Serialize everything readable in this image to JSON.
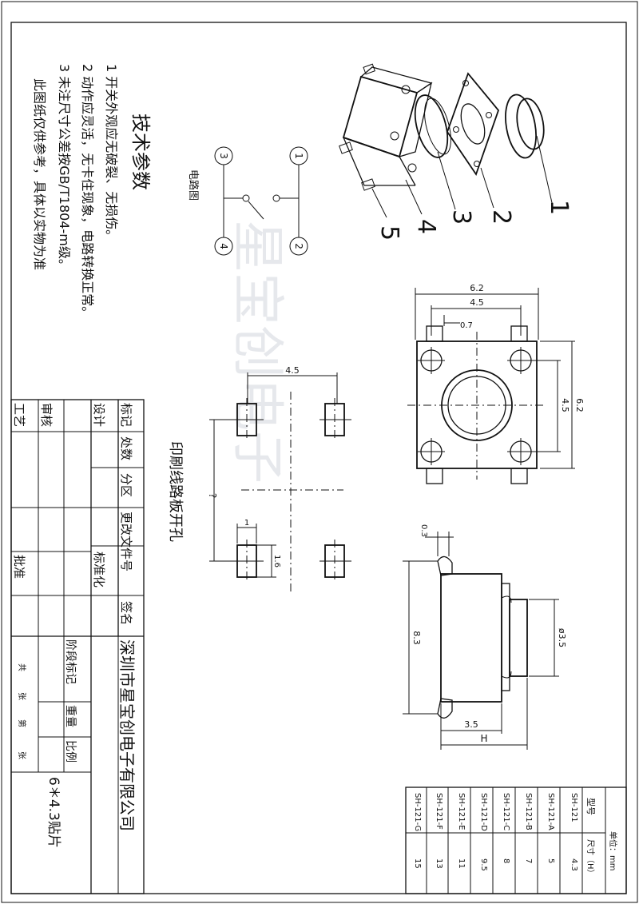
{
  "tech": {
    "heading": "技术参数",
    "items": [
      "1  开关外观应无破裂、无损伤。",
      "2  动作应灵活，无卡住现象，电路转换正常。",
      "3  未注尺寸公差按GB/T1804-m级。"
    ],
    "note": "此图纸仅供参考，具体以实物为准"
  },
  "circuit": {
    "title": "电路图",
    "pins": [
      "1",
      "2",
      "3",
      "4"
    ]
  },
  "parts": [
    "1",
    "2",
    "3",
    "4",
    "5"
  ],
  "top_view": {
    "width": "6.2",
    "pitch_x": "4.5",
    "pin": "0.7",
    "height": "6.2",
    "pitch_y": "4.5"
  },
  "pcb": {
    "title": "印刷线路板开孔",
    "pitch_x": "4.5",
    "pitch_y": "?",
    "pad_w": "1",
    "pad_h": "1.6"
  },
  "side_view": {
    "top": "0.3",
    "length": "8.3",
    "button_dia": "ø3.5",
    "base": "3.5",
    "h": "H"
  },
  "watermark": "星宝创电子",
  "title_block": {
    "cells": [
      "标记",
      "处数",
      "分区",
      "更改文件号",
      "签名",
      "设计",
      "标准化",
      "审核",
      "工艺",
      "批准"
    ],
    "company": "深圳市星宝创电子有限公司",
    "stage": "阶段标记",
    "weight": "重量",
    "scale": "比例",
    "sheets": [
      "共",
      "张",
      "第",
      "张"
    ],
    "product": "6＊4.3贴片"
  },
  "spec_table": {
    "unit": "单位：mm",
    "headers": [
      "型号",
      "尺寸（H）"
    ],
    "rows": [
      [
        "SH-121",
        "4.3"
      ],
      [
        "SH-121-A",
        "5"
      ],
      [
        "SH-121-B",
        "7"
      ],
      [
        "SH-121-C",
        "8"
      ],
      [
        "SH-121-D",
        "9.5"
      ],
      [
        "SH-121-E",
        "11"
      ],
      [
        "SH-121-F",
        "13"
      ],
      [
        "SH-121-G",
        "15"
      ]
    ]
  }
}
